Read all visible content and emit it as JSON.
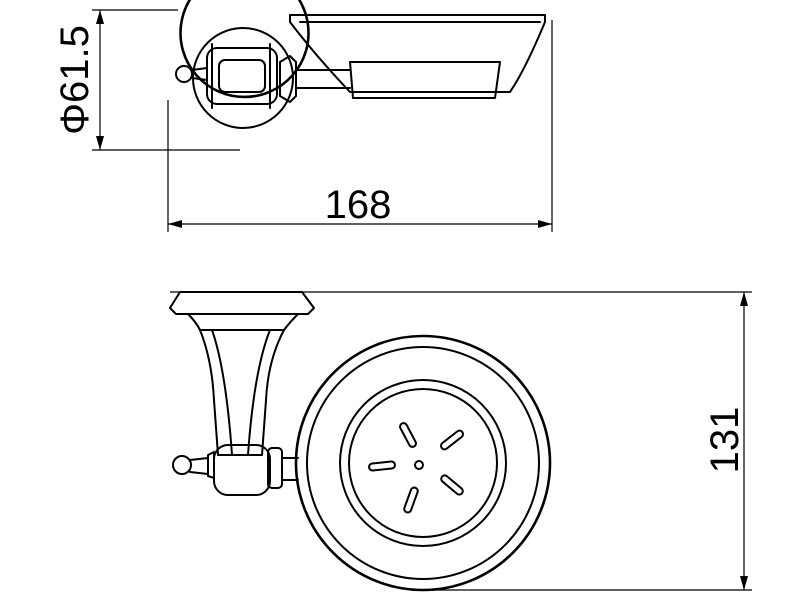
{
  "dimensions": {
    "top_diameter": "Φ61.5",
    "top_length": "168",
    "side_height": "131"
  },
  "colors": {
    "line": "#000000",
    "background": "#ffffff"
  }
}
